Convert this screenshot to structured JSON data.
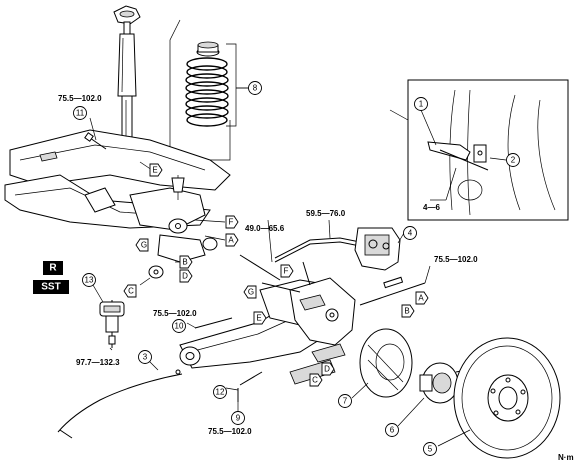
{
  "callouts": {
    "c1": "1",
    "c2": "2",
    "c3": "3",
    "c4": "4",
    "c5": "5",
    "c6": "6",
    "c7": "7",
    "c8": "8",
    "c9": "9",
    "c10": "10",
    "c11": "11",
    "c12": "12",
    "c13": "13"
  },
  "letters": {
    "A": "A",
    "B": "B",
    "C": "C",
    "D": "D",
    "E": "E",
    "F": "F",
    "G": "G"
  },
  "torques": {
    "t11": "75.5—102.0",
    "t_49": "49.0—65.6",
    "t_59": "59.5—76.0",
    "t_right": "75.5—102.0",
    "t10": "75.5—102.0",
    "t_977": "97.7—132.3",
    "t9": "75.5—102.0",
    "t_inset": "4—6"
  },
  "badges": {
    "r": "R",
    "sst": "SST"
  },
  "units": "N·m"
}
